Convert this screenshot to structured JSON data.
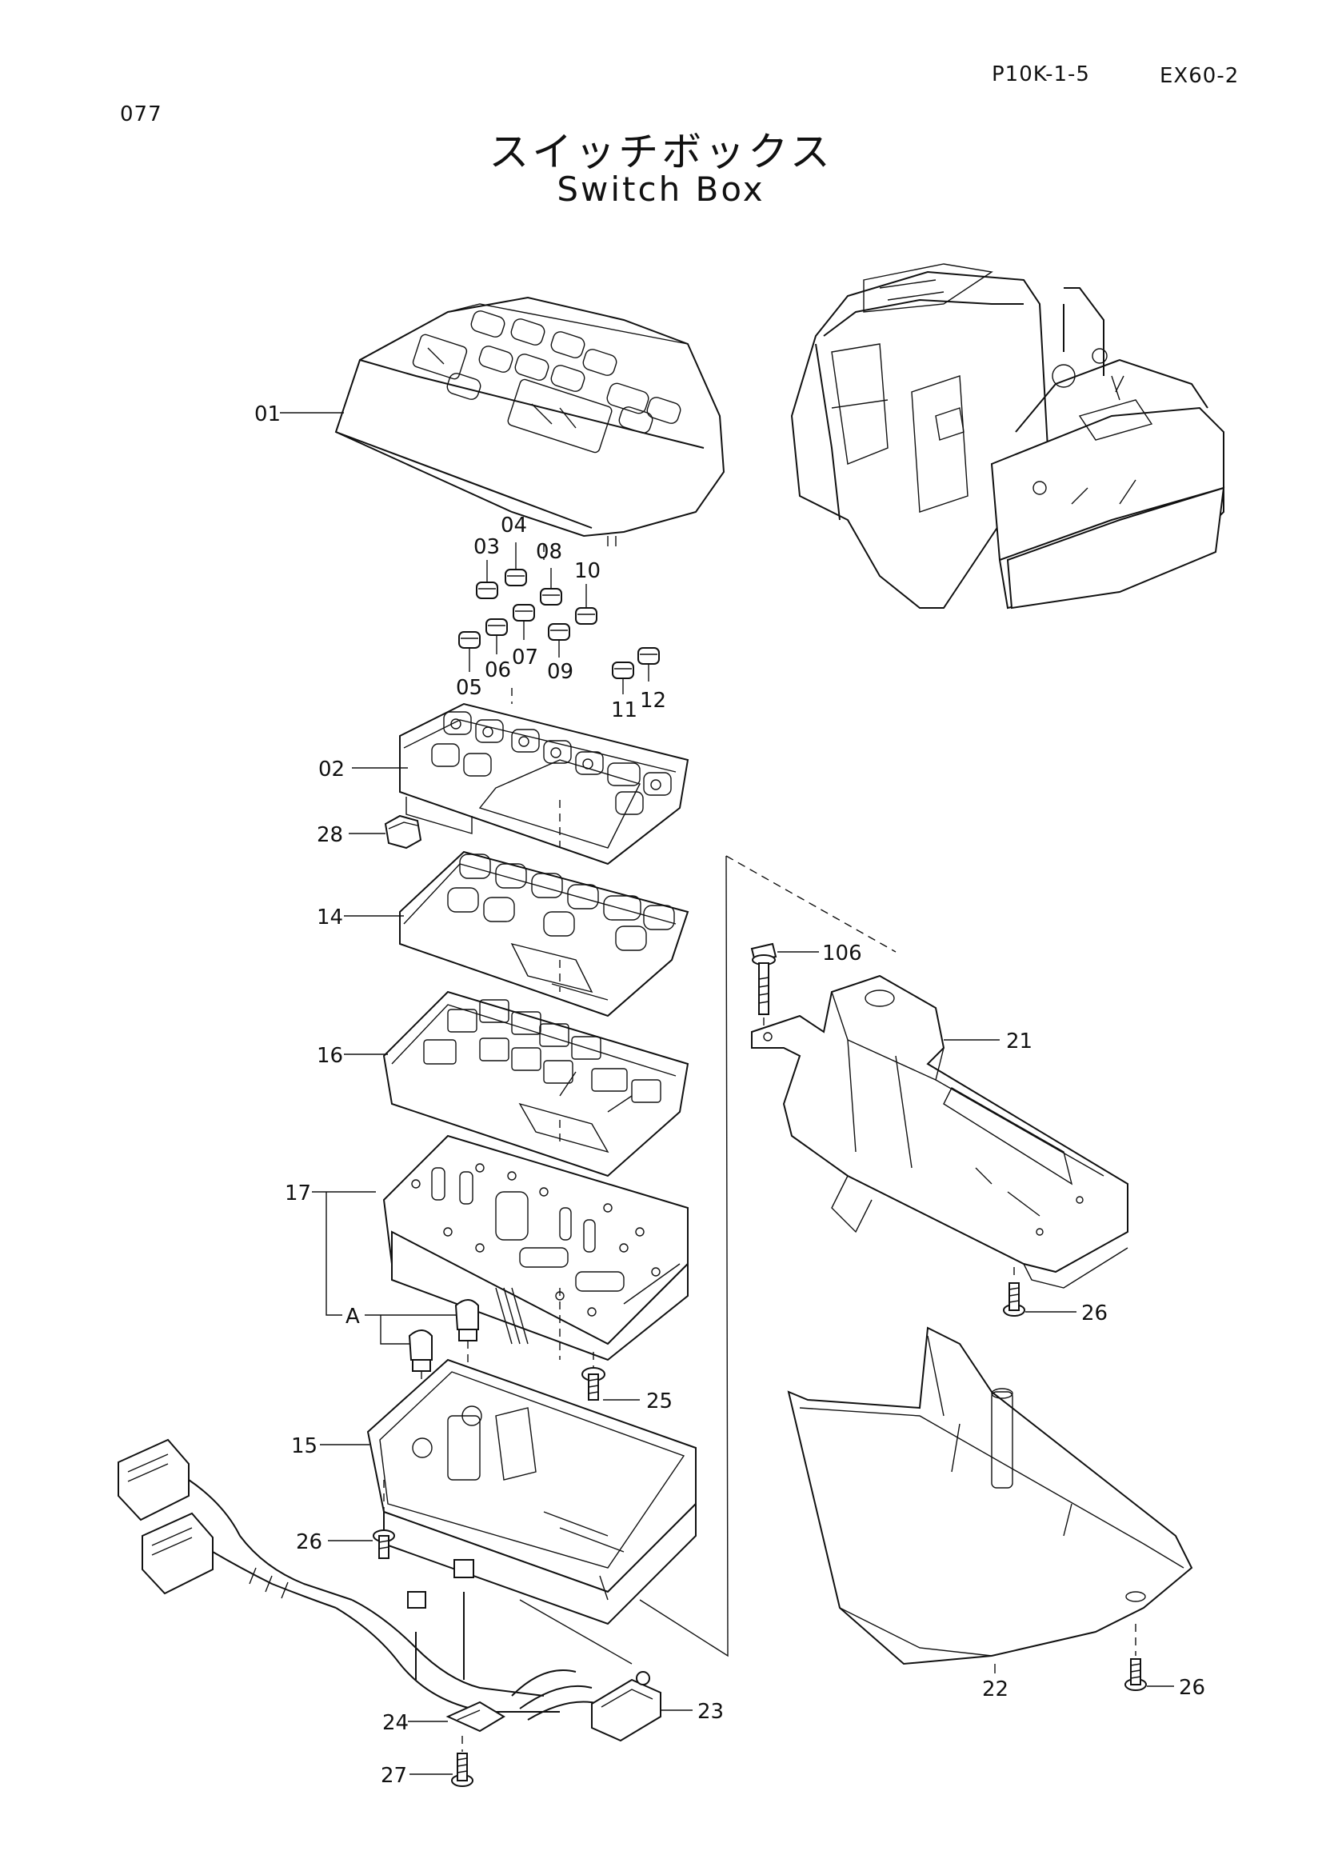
{
  "header": {
    "page_number": "077",
    "reference": "P10K-1-5",
    "model": "EX60-2"
  },
  "title": {
    "japanese": "スイッチボックス",
    "english": "Switch Box"
  },
  "callouts": {
    "c01": "01",
    "c02": "02",
    "c03": "03",
    "c04": "04",
    "c05": "05",
    "c06": "06",
    "c07": "07",
    "c08": "08",
    "c09": "09",
    "c10": "10",
    "c11": "11",
    "c12": "12",
    "c14": "14",
    "c15": "15",
    "c16": "16",
    "c17": "17",
    "cA": "A",
    "c21": "21",
    "c22": "22",
    "c23": "23",
    "c24": "24",
    "c25": "25",
    "c26a": "26",
    "c26b": "26",
    "c26c": "26",
    "c27": "27",
    "c28": "28",
    "c106": "106"
  },
  "icons": [
    "switch-box-cover",
    "switch-panel-plates",
    "machine-cab-illustration",
    "bracket",
    "side-cover",
    "wire-harness",
    "screws"
  ]
}
